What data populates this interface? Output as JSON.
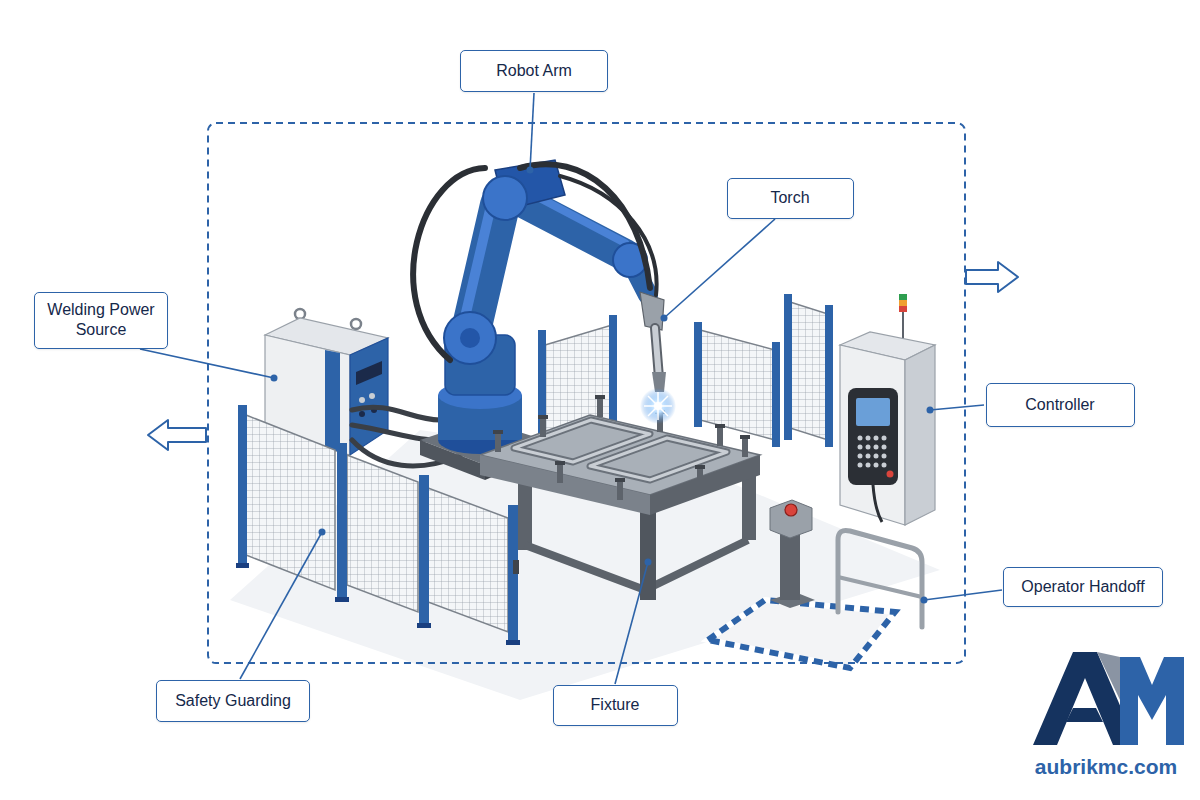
{
  "diagram": {
    "nodes": [
      {
        "text": [
          "Robot Arm"
        ]
      },
      {
        "text": [
          "Torch"
        ]
      },
      {
        "text": [
          "Welding Power Source"
        ]
      },
      {
        "text": [
          "Controller"
        ]
      },
      {
        "text": [
          "Operator Handoff"
        ]
      },
      {
        "text": [
          "Safety Guarding"
        ]
      },
      {
        "text": [
          "Fixture"
        ]
      }
    ],
    "labels": [
      "aubrikmc.com"
    ]
  }
}
